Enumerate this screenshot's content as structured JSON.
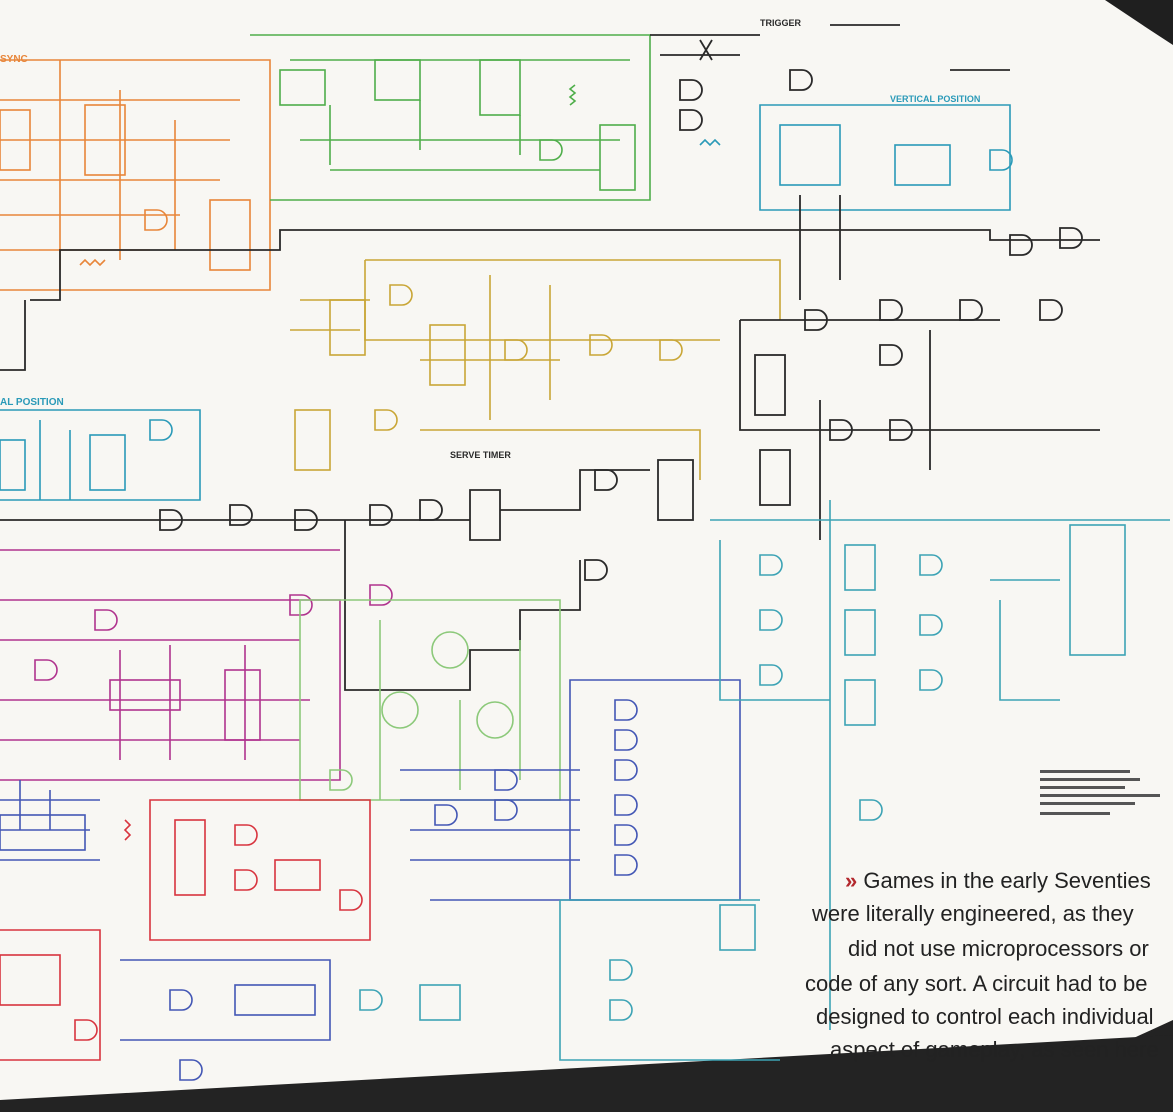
{
  "diagram": {
    "labels": {
      "sync": "SYNC",
      "vertical_position": "VERTICAL POSITION",
      "horizontal_position": "AL POSITION",
      "serve_timer": "SERVE TIMER",
      "trigger": "TRIGGER"
    }
  },
  "caption": {
    "marker": "»",
    "lines": [
      "Games in the early Seventies",
      "were literally engineered, as they",
      "did not use microprocessors or",
      "code of any sort. A circuit had to be",
      "designed to control each individual",
      "aspect of gameplay, as seen here"
    ]
  },
  "colors": {
    "orange": "#e8863a",
    "green": "#4fae4a",
    "cyan": "#2a9ab8",
    "black": "#2a2a2a",
    "gold": "#c9a636",
    "magenta": "#b0338e",
    "red": "#d8343e",
    "blue": "#4357b5",
    "lightgreen": "#8cc97a",
    "paper": "#f8f7f3",
    "background": "#232323"
  }
}
